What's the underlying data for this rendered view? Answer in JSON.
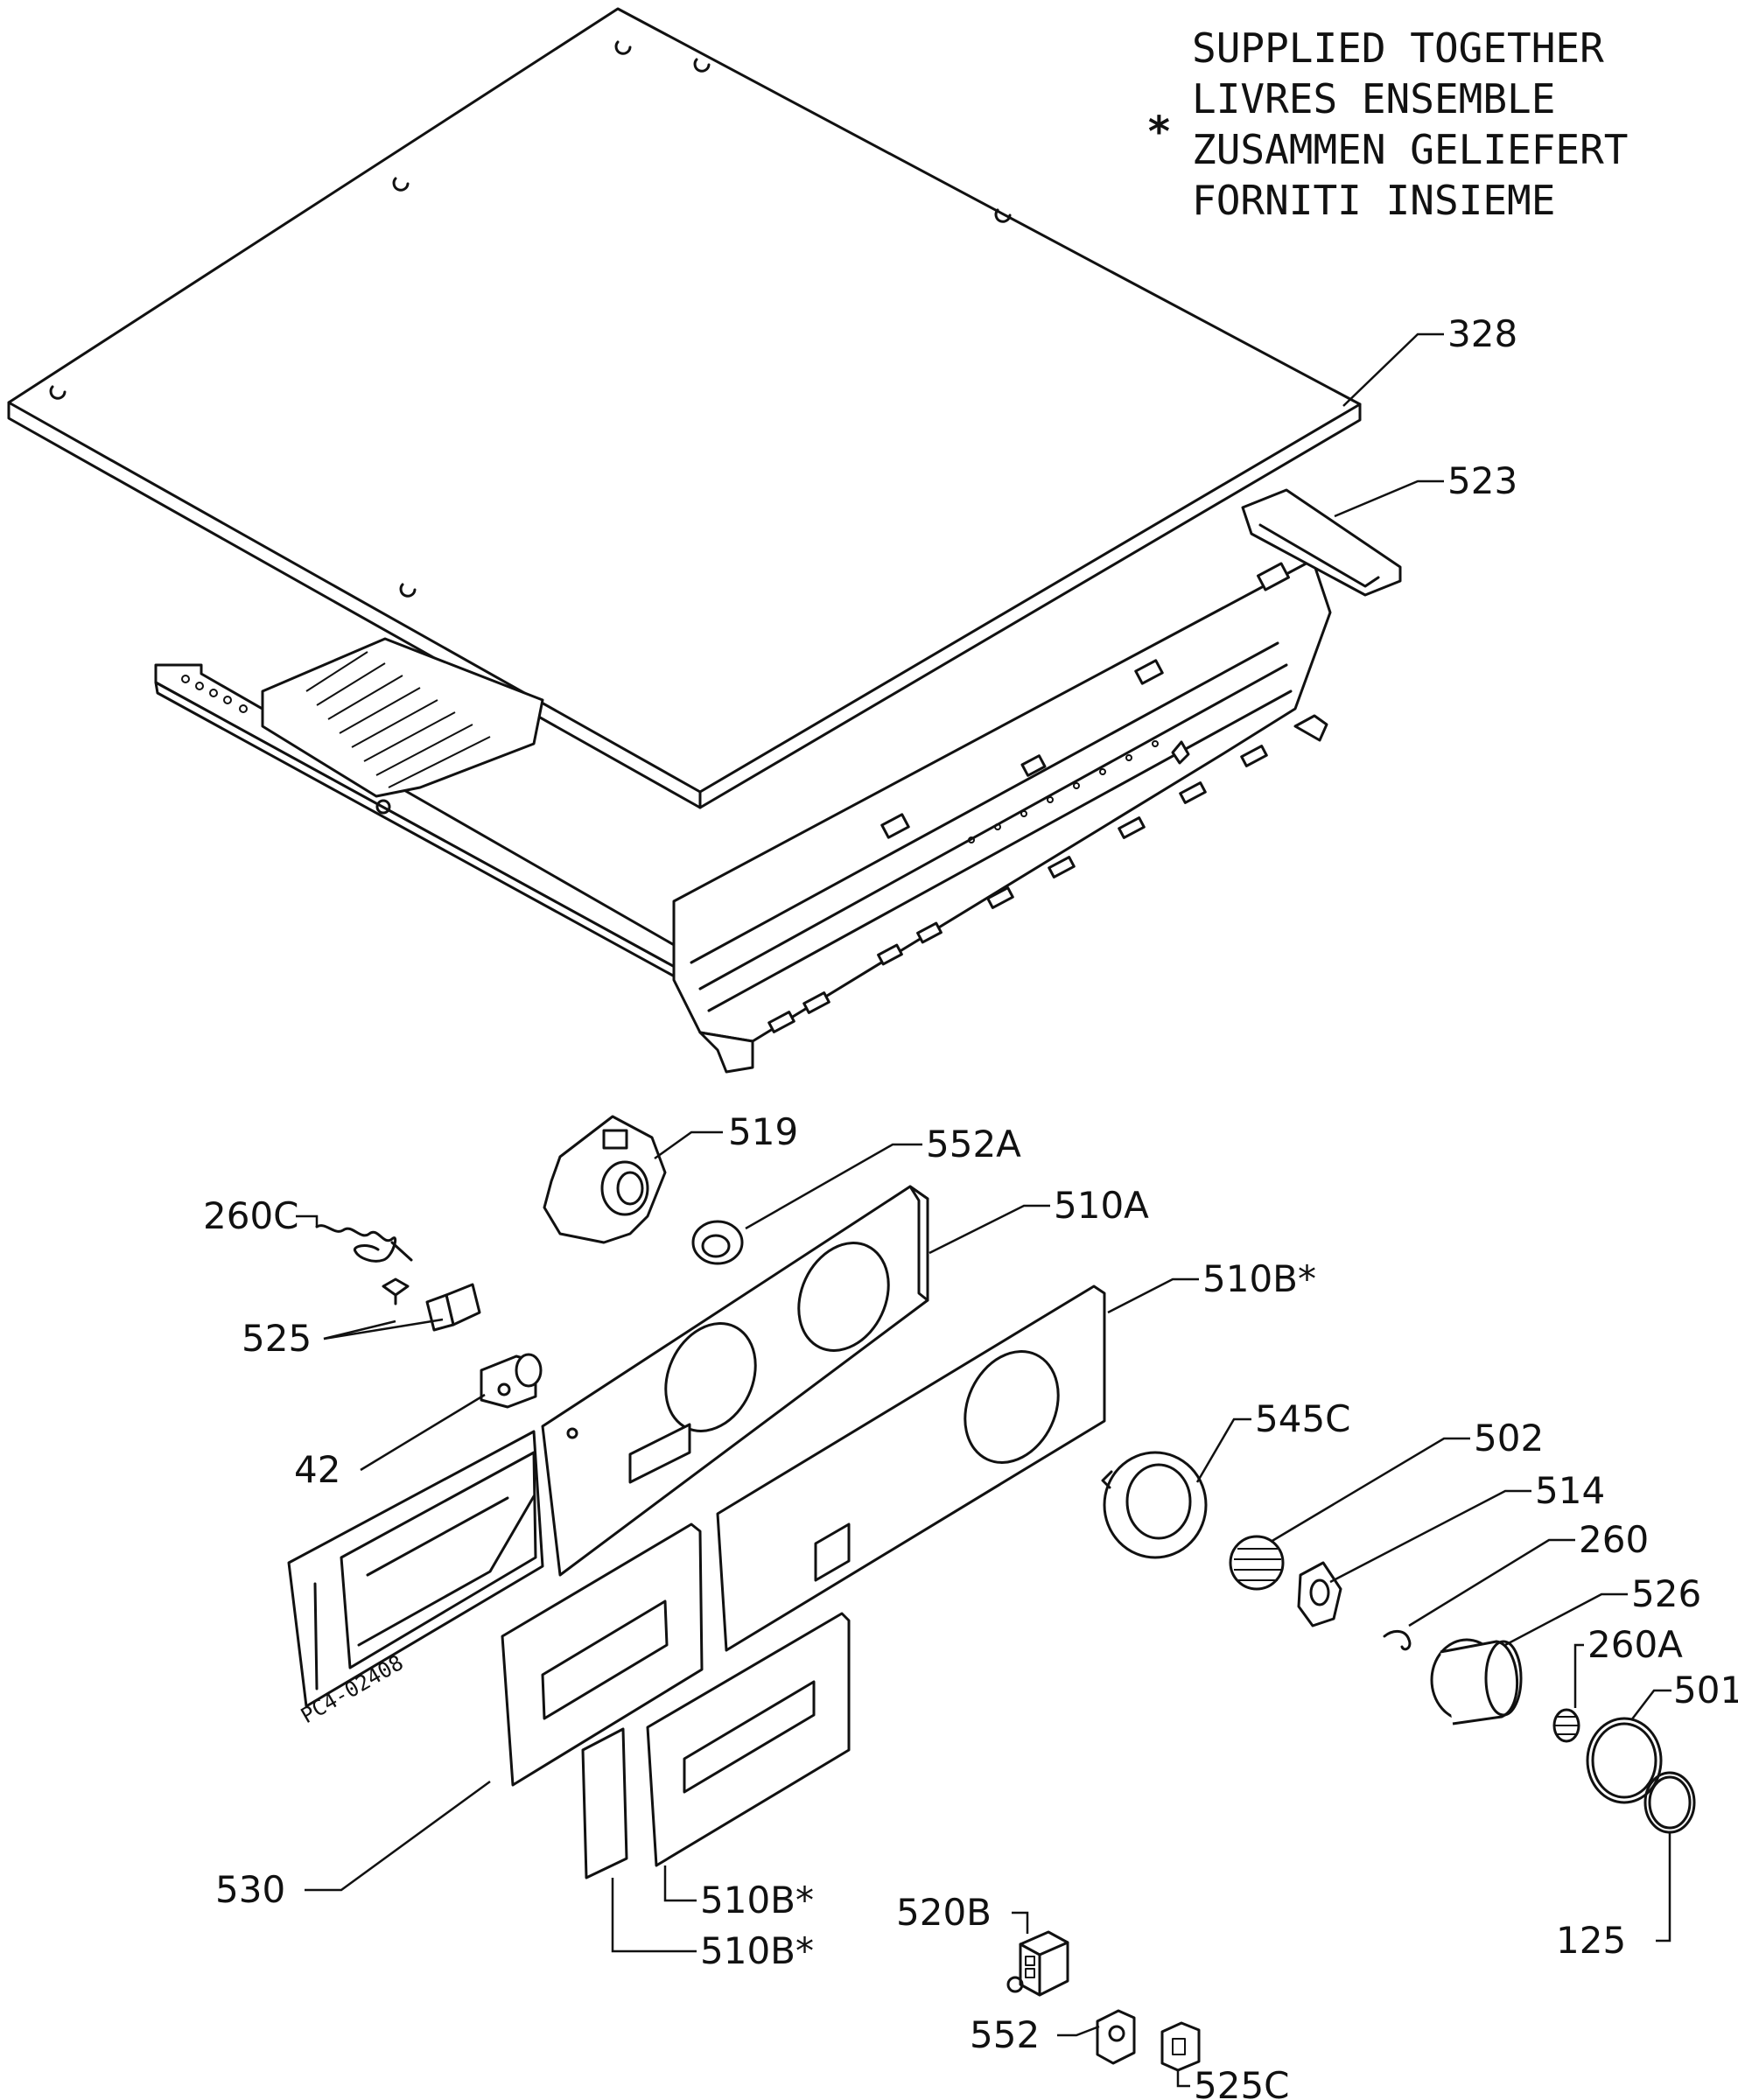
{
  "legend": {
    "symbol": "*",
    "lines": [
      "SUPPLIED TOGETHER",
      "LIVRES ENSEMBLE",
      "ZUSAMMEN GELIEFERT",
      "FORNITI INSIEME"
    ]
  },
  "drawing_code": "PC4-02408",
  "parts": {
    "p328": "328",
    "p523": "523",
    "p519": "519",
    "p552A": "552A",
    "p510A": "510A",
    "p510B_top": "510B*",
    "p260C": "260C",
    "p525": "525",
    "p42": "42",
    "p545C": "545C",
    "p502": "502",
    "p514": "514",
    "p260": "260",
    "p526": "526",
    "p260A": "260A",
    "p501": "501",
    "p125": "125",
    "p530": "530",
    "p510B_mid": "510B*",
    "p510B_low": "510B*",
    "p520B": "520B",
    "p552": "552",
    "p525C": "525C"
  }
}
